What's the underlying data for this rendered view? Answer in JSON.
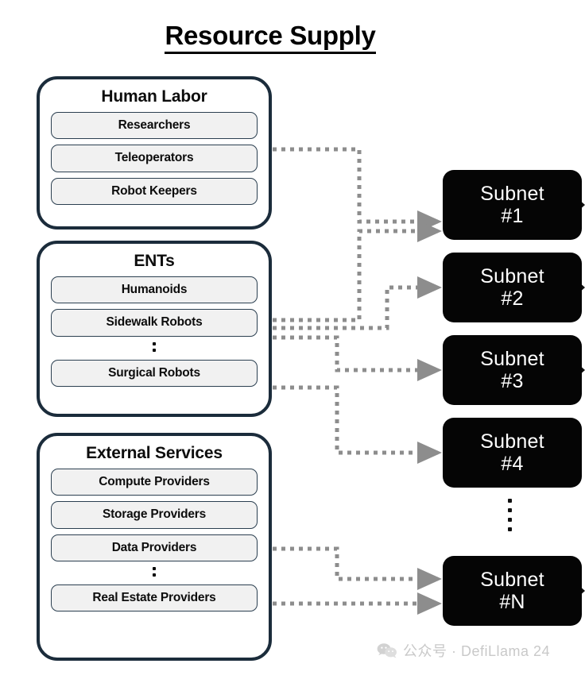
{
  "title": "Resource Supply",
  "groups": [
    {
      "name": "Human Labor",
      "items": [
        "Researchers",
        "Teleoperators",
        "Robot Keepers"
      ],
      "has_ellipsis": false
    },
    {
      "name": "ENTs",
      "items": [
        "Humanoids",
        "Sidewalk Robots"
      ],
      "has_ellipsis": true,
      "tail_item": "Surgical Robots"
    },
    {
      "name": "External Services",
      "items": [
        "Compute Providers",
        "Storage Providers",
        "Data Providers"
      ],
      "has_ellipsis": true,
      "tail_item": "Real Estate Providers"
    }
  ],
  "subnets": [
    {
      "line1": "Subnet",
      "line2": "#1"
    },
    {
      "line1": "Subnet",
      "line2": "#2"
    },
    {
      "line1": "Subnet",
      "line2": "#3"
    },
    {
      "line1": "Subnet",
      "line2": "#4"
    },
    {
      "line1": "Subnet",
      "line2": "#N"
    }
  ],
  "subnet_ellipsis_dots": 4,
  "watermark": {
    "icon": "wechat-icon",
    "text": "公众号 · DefiLlama 24"
  },
  "colors": {
    "group_border": "#1b2c3b",
    "pill_fill": "#f1f1f1",
    "pill_border": "#2b3f50",
    "subnet_fill": "#050505",
    "subnet_text": "#ffffff",
    "connector": "#8d8d8d",
    "watermark": "#c9c9c9",
    "title": "#000000"
  }
}
